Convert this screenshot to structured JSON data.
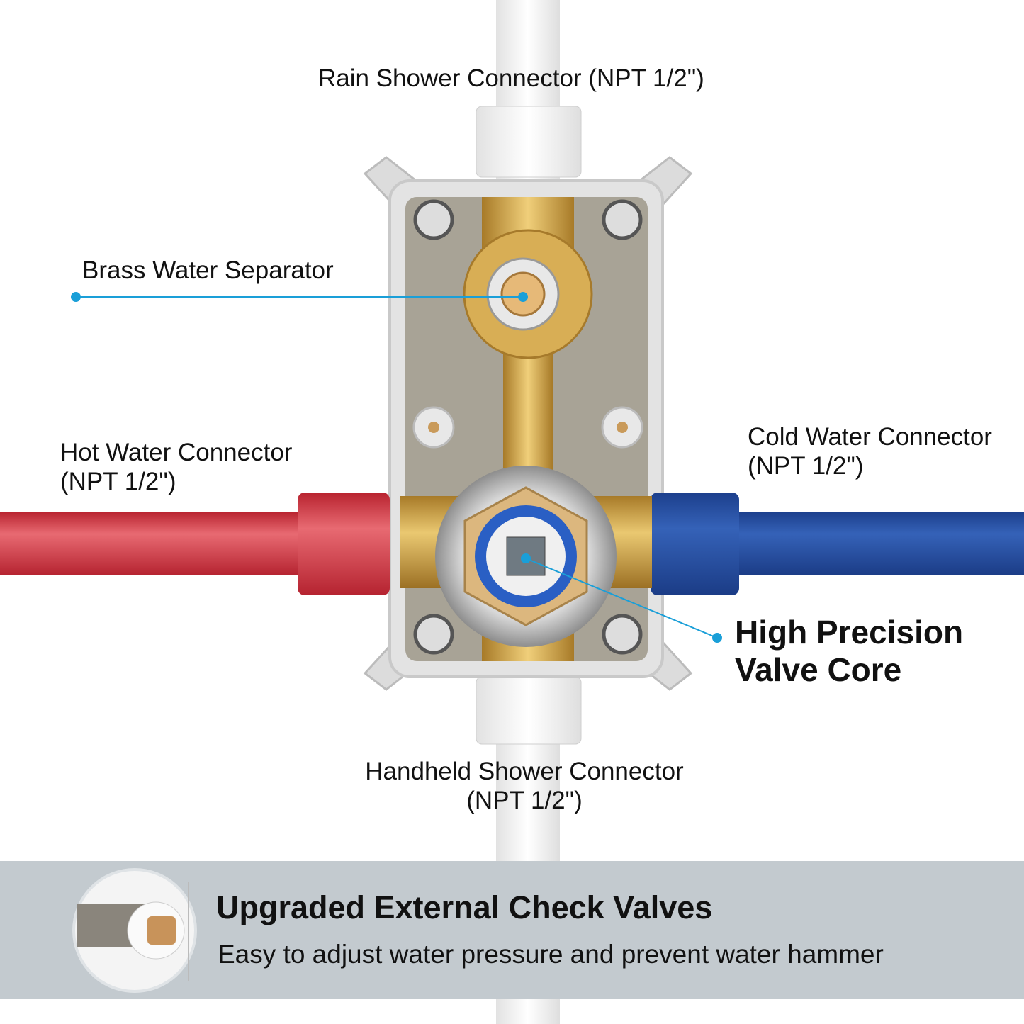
{
  "labels": {
    "rain_shower": "Rain Shower Connector (NPT 1/2\")",
    "brass_separator": "Brass Water Separator",
    "hot_water_line1": "Hot Water Connector",
    "hot_water_line2": "(NPT 1/2\")",
    "cold_water_line1": "Cold Water Connector",
    "cold_water_line2": "(NPT 1/2\")",
    "valve_core_line1": "High Precision",
    "valve_core_line2": "Valve Core",
    "handheld_line1": "Handheld Shower Connector",
    "handheld_line2": "(NPT 1/2\")"
  },
  "banner": {
    "title": "Upgraded External Check Valves",
    "subtitle": "Easy to adjust water pressure and prevent water hammer"
  },
  "colors": {
    "callout": "#1a9fd8",
    "hot_pipe": "#d0343f",
    "cold_pipe": "#244fa3",
    "brass": "#c9a24a",
    "banner_bg": "#c3cacf"
  }
}
